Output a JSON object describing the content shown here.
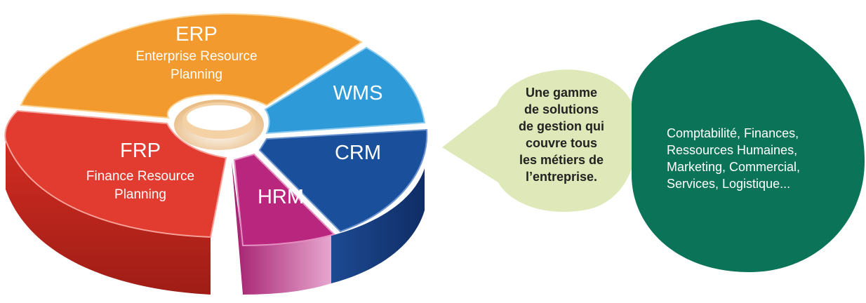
{
  "pie": {
    "segments": [
      {
        "key": "erp",
        "title": "ERP",
        "subtitle_line1": "Enterprise Resource",
        "subtitle_line2": "Planning",
        "color": "#f29a2e"
      },
      {
        "key": "wms",
        "title": "WMS",
        "color": "#2f9ad8"
      },
      {
        "key": "crm",
        "title": "CRM",
        "color": "#1a4f9c"
      },
      {
        "key": "hrm",
        "title": "HRM",
        "color": "#b8267e"
      },
      {
        "key": "frp",
        "title": "FRP",
        "subtitle_line1": "Finance Resource",
        "subtitle_line2": "Planning",
        "color": "#e23b2f"
      }
    ]
  },
  "bubble": {
    "lines": [
      "Une gamme",
      "de solutions",
      "de gestion qui",
      "couvre tous",
      "les métiers de",
      "l’entreprise."
    ],
    "color": "#dfe8b8"
  },
  "drop": {
    "lines": [
      "Comptabilité, Finances,",
      "Ressources Humaines,",
      "Marketing, Commercial,",
      "Services, Logistique..."
    ],
    "color": "#0b7458"
  }
}
